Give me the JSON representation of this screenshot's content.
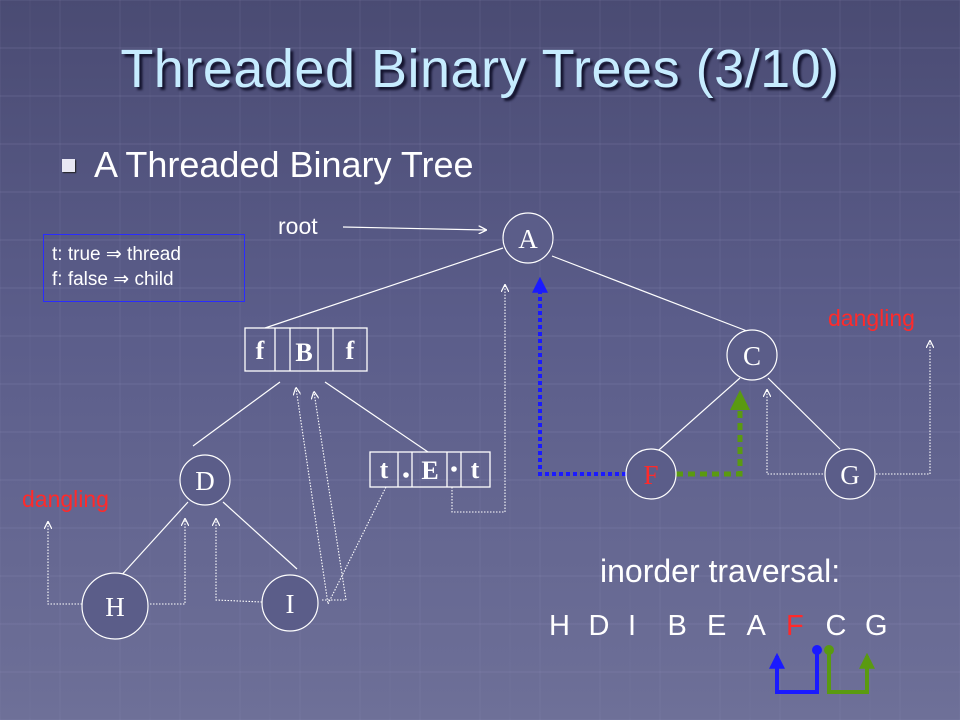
{
  "title": "Threaded Binary Trees (3/10)",
  "bullet": "A Threaded Binary Tree",
  "legend": {
    "line1": "t: true ⇒ thread",
    "line2": "f: false ⇒ child"
  },
  "labels": {
    "root": "root",
    "dangling_left": "dangling",
    "dangling_right": "dangling",
    "inorder": "inorder traversal:"
  },
  "nodes": {
    "A": "A",
    "B": "B",
    "C": "C",
    "D": "D",
    "E": "E",
    "F": "F",
    "G": "G",
    "H": "H",
    "I": "I"
  },
  "flags": {
    "B_left": "f",
    "B_right": "f",
    "E_left": "t",
    "E_right": "t"
  },
  "inorder_sequence": [
    "H",
    "D",
    "I",
    "B",
    "E",
    "A",
    "F",
    "C",
    "G"
  ],
  "highlighted_index": 6,
  "colors": {
    "title": "#c6ecff",
    "red": "#ff2a2a",
    "blue_thread": "#1a1aff",
    "green_thread": "#5a9a10",
    "legend_border": "#2a2cff"
  }
}
